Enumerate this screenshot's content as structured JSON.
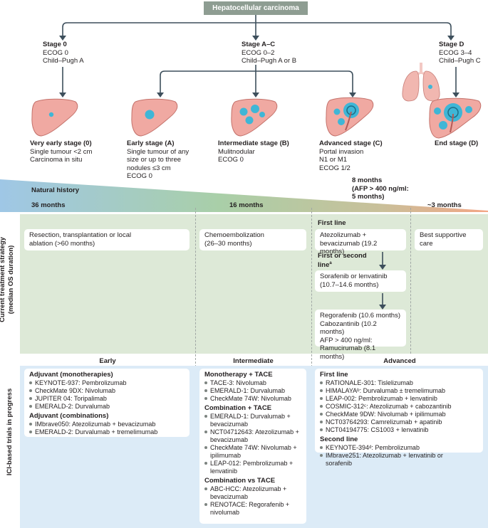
{
  "header": "Hepatocellular carcinoma",
  "stages": [
    {
      "title": "Stage 0",
      "lines": [
        "ECOG 0",
        "Child–Pugh A"
      ]
    },
    {
      "title": "Stage A–C",
      "lines": [
        "ECOG 0–2",
        "Child–Pugh A or B"
      ]
    },
    {
      "title": "Stage D",
      "lines": [
        "ECOG 3–4",
        "Child–Pugh C"
      ]
    }
  ],
  "livers": [
    {
      "title": "Very early stage (0)",
      "lines": [
        "Single tumour <2 cm",
        "Carcinoma in situ"
      ]
    },
    {
      "title": "Early stage (A)",
      "lines": [
        "Single tumour of any",
        "size or up to three",
        "nodules ≤3 cm",
        "ECOG 0"
      ]
    },
    {
      "title": "Intermediate stage (B)",
      "lines": [
        "Mulitnodular",
        "ECOG 0"
      ]
    },
    {
      "title": "Advanced stage (C)",
      "lines": [
        "Portal invasion",
        "N1 or M1",
        "ECOG 1/2"
      ]
    },
    {
      "title": "End stage (D)",
      "lines": []
    }
  ],
  "natural_history": {
    "label": "Natural history",
    "m1": "36 months",
    "m2": "16 months",
    "m3_lines": [
      "8 months",
      "(AFP > 400 ng/ml:",
      "5 months)"
    ],
    "m4": "~3 months"
  },
  "treatment": {
    "side_label": [
      "Current treatment strategy",
      "(median OS duration)"
    ],
    "col1": [
      "Resection, transplantation or local",
      "ablation (>60 months)"
    ],
    "col2": [
      "Chemoembolization",
      "(26–30 months)"
    ],
    "first_line": "First line",
    "first_box": [
      "Atezolizumab +",
      "bevacizumab (19.2 months)"
    ],
    "first_or_second": [
      "First or second",
      "line"
    ],
    "first_or_second_sup": "a",
    "second_box": [
      "Sorafenib or lenvatinib",
      "(10.7–14.6 months)"
    ],
    "third_box": [
      "Regorafenib (10.6 months)",
      "Cabozantinib (10.2 months)",
      "AFP > 400 ng/ml:",
      "Ramucirumab  (8.1 months)"
    ],
    "col4": [
      "Best supportive",
      "care"
    ]
  },
  "trials": {
    "side_label": "ICI-based trials in progress",
    "heads": [
      "Early",
      "Intermediate",
      "Advanced"
    ],
    "early": [
      {
        "section": "Adjuvant (monotherapies)",
        "items": [
          "KEYNOTE-937: Pembrolizumab",
          "CheckMate 9DX: Nivolumab",
          "JUPITER 04: Toripalimab",
          "EMERALD-2: Durvalumab"
        ]
      },
      {
        "section": "Adjuvant (combinations)",
        "items": [
          "IMbrave050: Atezolizumab + bevacizumab",
          "EMERALD-2: Durvalumab + tremelimumab"
        ]
      }
    ],
    "intermediate": [
      {
        "section": "Monotherapy + TACE",
        "items": [
          "TACE-3: Nivolumab",
          "EMERALD-1: Durvalumab",
          "CheckMate 74W: Nivolumab"
        ]
      },
      {
        "section": "Combination + TACE",
        "items": [
          "EMERALD-1: Durvalumab +|bevacizumab",
          "NCT04712643: Atezolizumab +|bevacizumab",
          "CheckMate 74W: Nivolumab +|ipilimumab",
          "LEAP-012: Pembrolizumab +|lenvatinib"
        ]
      },
      {
        "section": "Combination vs TACE",
        "items": [
          "ABC-HCC: Atezolizumab +|bevacizumab",
          "RENOTACE: Regorafenib +|nivolumab"
        ]
      }
    ],
    "advanced": [
      {
        "section": "First line",
        "items": [
          "RATIONALE-301: Tislelizumab",
          "HIMALAYAᵇ: Durvalumab ± tremelimumab",
          "LEAP-002: Pembrolizumab + lenvatinib",
          "COSMIC-312ᶜ: Atezolizumab + cabozantinib",
          "CheckMate 9DW: Nivolumab + ipilimumab",
          "NCT03764293: Camrelizumab + apatinib",
          "NCT04194775: CS1003 + lenvatinib"
        ]
      },
      {
        "section": "Second line",
        "items": [
          "KEYNOTE-394ᵈ: Pembrolizumab",
          "IMbrave251: Atezolizumab + lenvatinib or|sorafenib"
        ]
      }
    ]
  },
  "colors": {
    "header": "#8e9d92",
    "treatment_bg": "#dde9d7",
    "trials_bg": "#dcebf7",
    "tumour": "#3fb6d6",
    "liver": "#f0a9a2"
  }
}
